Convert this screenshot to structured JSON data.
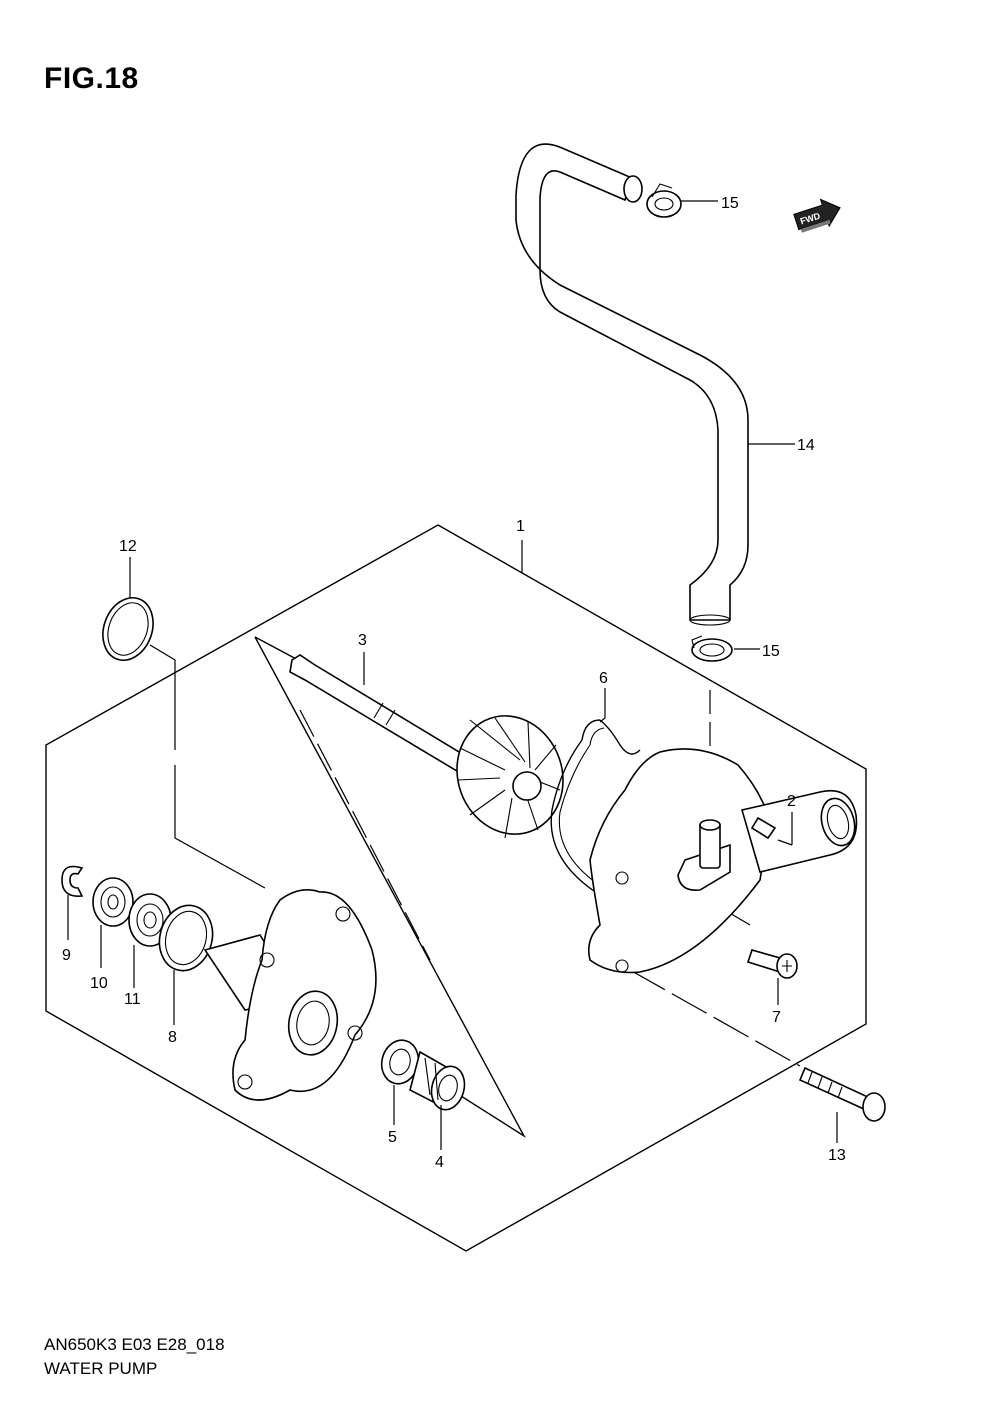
{
  "figure": {
    "title": "FIG.18"
  },
  "footer": {
    "model_code": "AN650K3 E03 E28_018",
    "caption": "WATER PUMP"
  },
  "fwd_indicator": {
    "text": "FWD",
    "icon": "fwd-arrow-icon"
  },
  "parts": [
    {
      "id": "1",
      "label": "1",
      "part": "pump-assembly"
    },
    {
      "id": "2",
      "label": "2",
      "part": "pump-cover"
    },
    {
      "id": "3",
      "label": "3",
      "part": "shaft-impeller"
    },
    {
      "id": "4",
      "label": "4",
      "part": "mechanical-seal"
    },
    {
      "id": "5",
      "label": "5",
      "part": "oil-seal"
    },
    {
      "id": "6",
      "label": "6",
      "part": "cover-gasket"
    },
    {
      "id": "7",
      "label": "7",
      "part": "cover-screw"
    },
    {
      "id": "8",
      "label": "8",
      "part": "o-ring"
    },
    {
      "id": "9",
      "label": "9",
      "part": "e-ring"
    },
    {
      "id": "10",
      "label": "10",
      "part": "bearing"
    },
    {
      "id": "11",
      "label": "11",
      "part": "bearing"
    },
    {
      "id": "12",
      "label": "12",
      "part": "o-ring-large"
    },
    {
      "id": "13",
      "label": "13",
      "part": "flange-bolt"
    },
    {
      "id": "14",
      "label": "14",
      "part": "water-hose"
    },
    {
      "id": "15a",
      "label": "15",
      "part": "hose-clamp-upper"
    },
    {
      "id": "15b",
      "label": "15",
      "part": "hose-clamp-lower"
    }
  ]
}
